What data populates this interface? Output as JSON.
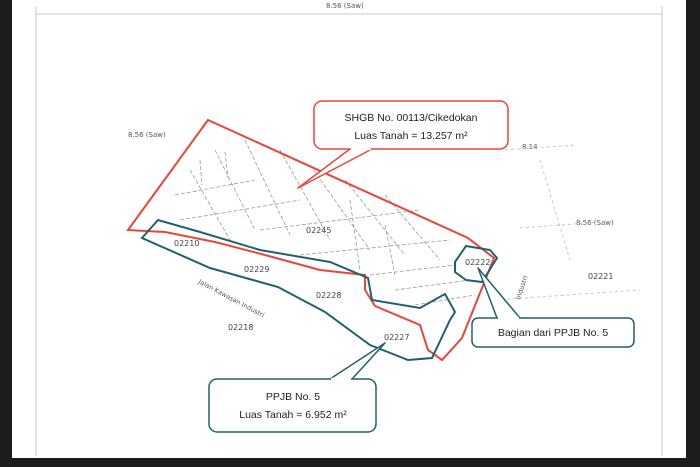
{
  "colors": {
    "shgb_outline": "#e8463a",
    "ppjb_outline": "#22606e",
    "sketch_lines": "#9a9a9a"
  },
  "map": {
    "scale_top": "8.56 (Saw)",
    "scale_left": "8.56 (Saw)",
    "scale_right_upper": "8.14",
    "scale_right_mid": "8.56 (Saw)",
    "parcels": {
      "p02210": "02210",
      "p02245": "02245",
      "p02229": "02229",
      "p02228": "02228",
      "p02227": "02227",
      "p02218": "02218",
      "p02222": "02222",
      "p02221": "02221"
    },
    "road_left": "Jalan Kawasan Industri",
    "road_right": "Industri"
  },
  "callouts": {
    "shgb": {
      "line1": "SHGB No. 00113/Cikedokan",
      "line2": "Luas Tanah = 13.257 m²"
    },
    "bagian": {
      "line1": "Bagian dari PPJB No. 5"
    },
    "ppjb": {
      "line1": "PPJB No. 5",
      "line2": "Luas Tanah = 6.952 m²"
    }
  }
}
